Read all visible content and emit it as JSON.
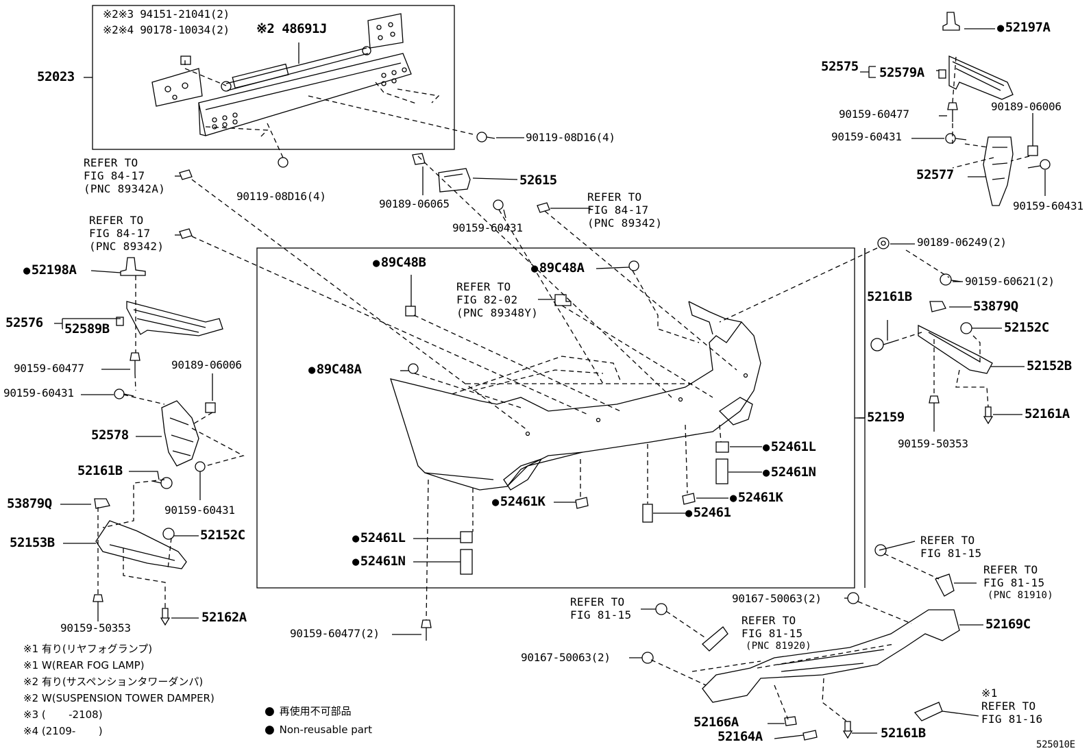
{
  "labels": {
    "p52023": "52023",
    "p94151": "※2※3 94151-21041(2)",
    "p90178": "※2※4 90178-10034(2)",
    "p48691j": "※2 48691J",
    "p90119_a": "90119-08D16(4)",
    "p90119_b": "90119-08D16(4)",
    "p52615": "52615",
    "p90189_06065": "90189-06065",
    "p90159_60431_mid": "90159-60431",
    "p52197a": "52197A",
    "p52575": "52575",
    "p52579a": "52579A",
    "p90159_60477_r": "90159-60477",
    "p90189_06006_r": "90189-06006",
    "p90159_60431_r1": "90159-60431",
    "p52577": "52577",
    "p90159_60431_r2": "90159-60431",
    "p90189_06249": "90189-06249(2)",
    "p90159_60621": "90159-60621(2)",
    "p52161b_r": "52161B",
    "p53879q_r": "53879Q",
    "p52152c_r": "52152C",
    "p52152b": "52152B",
    "p52161a": "52161A",
    "p90159_50353_r": "90159-50353",
    "p52159": "52159",
    "p52198a": "52198A",
    "p52576": "52576",
    "p52589b": "52589B",
    "p90159_60477_l": "90159-60477",
    "p90189_06006_l": "90189-06006",
    "p90159_60431_l1": "90159-60431",
    "p52578": "52578",
    "p52161b_l": "52161B",
    "p90159_60431_l2": "90159-60431",
    "p53879q_l": "53879Q",
    "p52152c_l": "52152C",
    "p52153b": "52153B",
    "p90159_50353_l": "90159-50353",
    "p52162a": "52162A",
    "p89c48b": "89C48B",
    "p89c48a_top": "89C48A",
    "p89c48a_left": "89C48A",
    "p52461l_r": "52461L",
    "p52461n_r": "52461N",
    "p52461k_r": "52461K",
    "p52461": "52461",
    "p52461k_l": "52461K",
    "p52461l_l": "52461L",
    "p52461n_l": "52461N",
    "p90159_60477_2": "90159-60477(2)",
    "p90167_50063_top": "90167-50063(2)",
    "p52169c": "52169C",
    "p90167_50063_left": "90167-50063(2)",
    "p52166a": "52166A",
    "p52164a": "52164A",
    "p52161b_bot": "52161B",
    "drawing_no": "525010E"
  },
  "refs": {
    "r1": [
      "REFER TO",
      "FIG 84-17",
      "(PNC 89342A)"
    ],
    "r2": [
      "REFER TO",
      "FIG 84-17",
      "(PNC 89342)"
    ],
    "r3": [
      "REFER TO",
      "FIG 84-17",
      "(PNC 89342)"
    ],
    "r4": [
      "REFER TO",
      "FIG 82-02",
      "(PNC 89348Y)"
    ],
    "r5": [
      "REFER TO",
      "FIG 81-15"
    ],
    "r6": [
      "REFER TO",
      "FIG 81-15",
      "(PNC 81910)"
    ],
    "r7": [
      "REFER TO",
      "FIG 81-15"
    ],
    "r8": [
      "REFER TO",
      "FIG 81-15",
      "(PNC 81920)"
    ],
    "r9": [
      "※1",
      "REFER TO",
      "FIG 81-16"
    ]
  },
  "legend": {
    "l1": "※1 有り(リヤフォグランプ)",
    "l2": "※1 W(REAR FOG LAMP)",
    "l3": "※2 有り(サスペンションタワーダンパ)",
    "l4": "※2 W(SUSPENSION TOWER DAMPER)",
    "l5": "※3 (       -2108)",
    "l6": "※4 (2109-       )",
    "l7": "再使用不可部品",
    "l8": "Non-reusable part"
  },
  "colors": {
    "line": "#000000",
    "background": "#ffffff"
  }
}
